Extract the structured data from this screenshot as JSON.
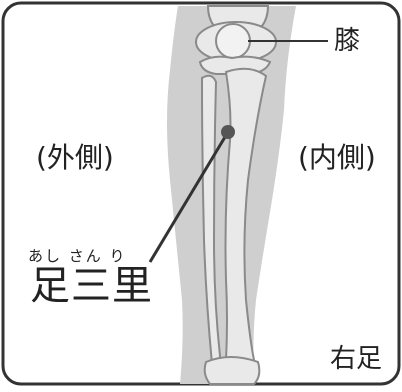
{
  "labels": {
    "knee": "膝",
    "outer_side": "(外側)",
    "inner_side": "(内側)",
    "point_ruby": "あし さん り",
    "point_name": "足三里",
    "side": "右足"
  },
  "colors": {
    "border": "#333333",
    "leg_fill": "#cfcfcf",
    "bone_fill": "#e9e9e9",
    "outline": "#8a8a8a",
    "point": "#555555",
    "pointer_line": "#333333",
    "text": "#222222"
  }
}
